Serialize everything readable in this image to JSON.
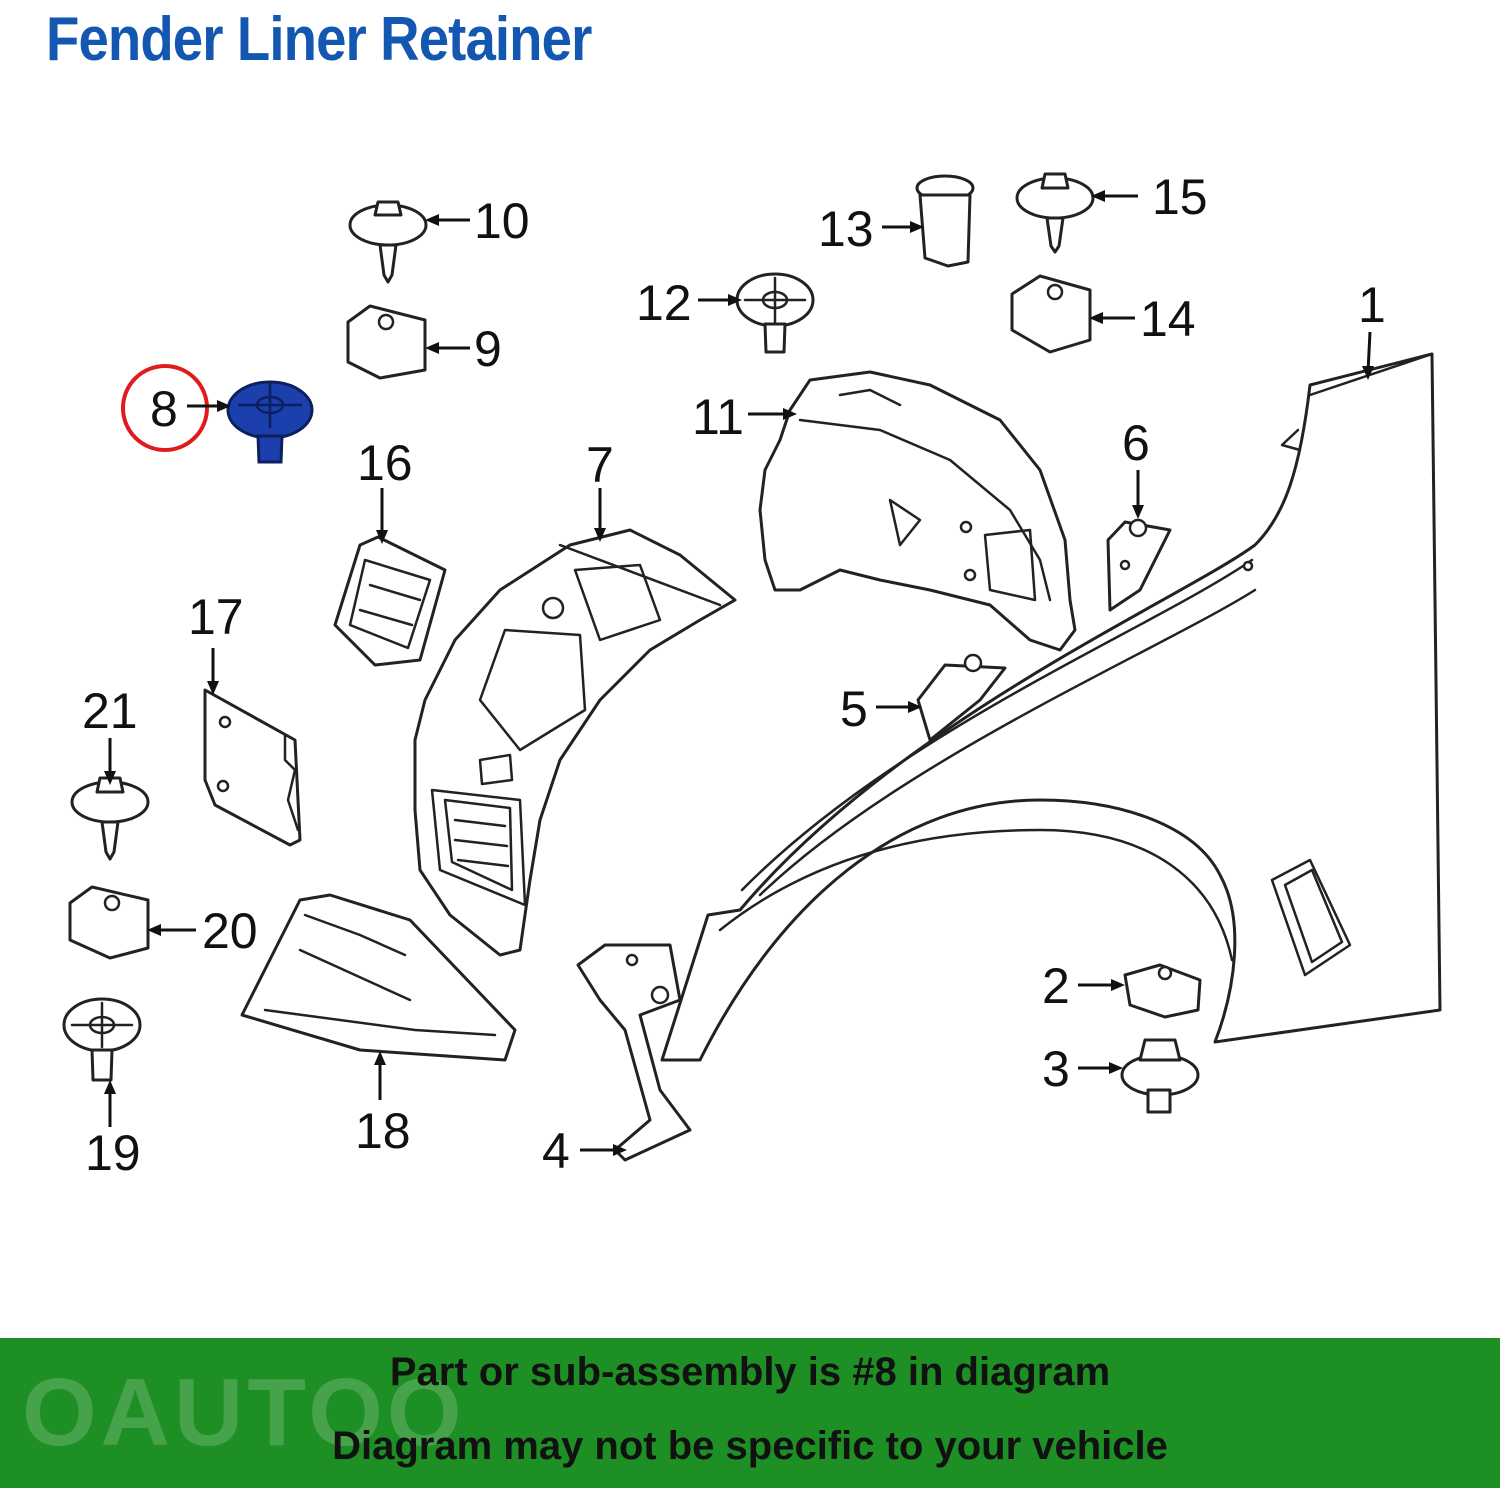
{
  "title": "Fender Liner Retainer",
  "callouts": [
    "1",
    "2",
    "3",
    "4",
    "5",
    "6",
    "7",
    "8",
    "9",
    "10",
    "11",
    "12",
    "13",
    "14",
    "15",
    "16",
    "17",
    "18",
    "19",
    "20",
    "21"
  ],
  "highlighted_part": "8",
  "banner": {
    "line1": "Part or sub-assembly is #8 in diagram",
    "line2": "Diagram may not be specific to your vehicle"
  },
  "watermark": "OAUTOO",
  "colors": {
    "title": "#1457b0",
    "banner_background": "#1e8f24",
    "highlight_circle": "#e01b1b",
    "highlighted_part_fill": "#1c3fae"
  }
}
